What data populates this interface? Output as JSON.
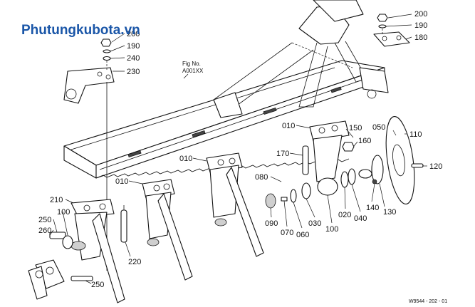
{
  "watermark": "Phutungkubota.vn",
  "figure_ref": {
    "line1": "Fig No.",
    "line2": "A001XX"
  },
  "footer_code": "W9544 - 202 - 01",
  "callouts": {
    "c200a": "200",
    "c190a": "190",
    "c240": "240",
    "c230": "230",
    "c200b": "200",
    "c190b": "190",
    "c180": "180",
    "c010a": "010",
    "c150": "150",
    "c160": "160",
    "c050": "050",
    "c110": "110",
    "c170": "170",
    "c010b": "010",
    "c010c": "010",
    "c080": "080",
    "c120": "120",
    "c210": "210",
    "c100a": "100",
    "c250a": "250",
    "c260": "260",
    "c090": "090",
    "c070": "070",
    "c060": "060",
    "c030": "030",
    "c100b": "100",
    "c020": "020",
    "c040": "040",
    "c140": "140",
    "c130": "130",
    "c220": "220",
    "c250b": "250"
  },
  "colors": {
    "watermark": "#1a56a8",
    "line": "#111111"
  }
}
